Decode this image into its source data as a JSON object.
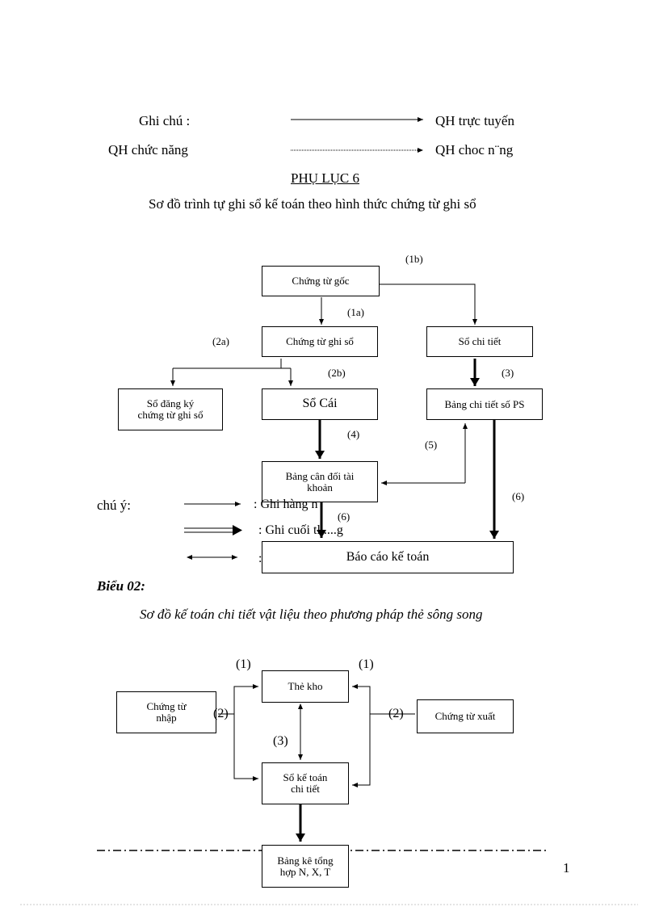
{
  "legend_top": {
    "ghi_chu": "Ghi chú :",
    "qh_truc_tuyen": "QH trực tuyến",
    "qh_chuc_nang": "QH chức năng",
    "qh_choc_nang": "QH choc n¨ng"
  },
  "appendix": {
    "title": "PHỤ LỤC 6",
    "subtitle": "Sơ đồ trình tự ghi sổ kế toán theo hình thức chứng từ ghi sổ"
  },
  "diagram1": {
    "boxes": {
      "chung_tu_goc": "Chứng từ gốc",
      "chung_tu_ghi_so": "Chứng từ ghi sổ",
      "so_chi_tiet": "Sổ chi tiết",
      "so_dang_ky_1": "Sổ đăng ký",
      "so_dang_ky_2": "chứng từ ghi sổ",
      "so_cai": "Sổ Cái",
      "bang_chi_tiet": "Bảng chi tiết số PS",
      "bang_can_doi_1": "Bảng cân đối tài",
      "bang_can_doi_2": "khoản",
      "bao_cao": "Báo cáo kế toán"
    },
    "labels": {
      "l1b": "(1b)",
      "l1a": "(1a)",
      "l2a": "(2a)",
      "l2b": "(2b)",
      "l3": "(3)",
      "l4": "(4)",
      "l5": "(5)",
      "l6a": "(6)",
      "l6b": "(6)"
    },
    "legend": {
      "chu_y": "chú ý:",
      "ghi_hang_ngay": ": Ghi hàng n",
      "ghi_cuoi_thang": ": Ghi cuối tl.....g",
      "doi_chieu": ":"
    }
  },
  "bieu": {
    "label": "Biểu 02:",
    "title": "Sơ đồ kế toán chi tiết vật liệu theo phương pháp thẻ sông song"
  },
  "diagram2": {
    "boxes": {
      "the_kho": "Thẻ kho",
      "chung_tu_nhap_1": "Chứng từ",
      "chung_tu_nhap_2": "nhập",
      "chung_tu_xuat": "Chứng từ xuất",
      "so_ke_toan_1": "Sổ kế toán",
      "so_ke_toan_2": "chi tiết",
      "bang_ke_1": "Bảng kê tổng",
      "bang_ke_2": "hợp N, X, T"
    },
    "labels": {
      "l1_left": "(1)",
      "l1_right": "(1)",
      "l2_left": "(2)",
      "l2_right": "(2)",
      "l3": "(3)"
    }
  },
  "page_number": "1"
}
